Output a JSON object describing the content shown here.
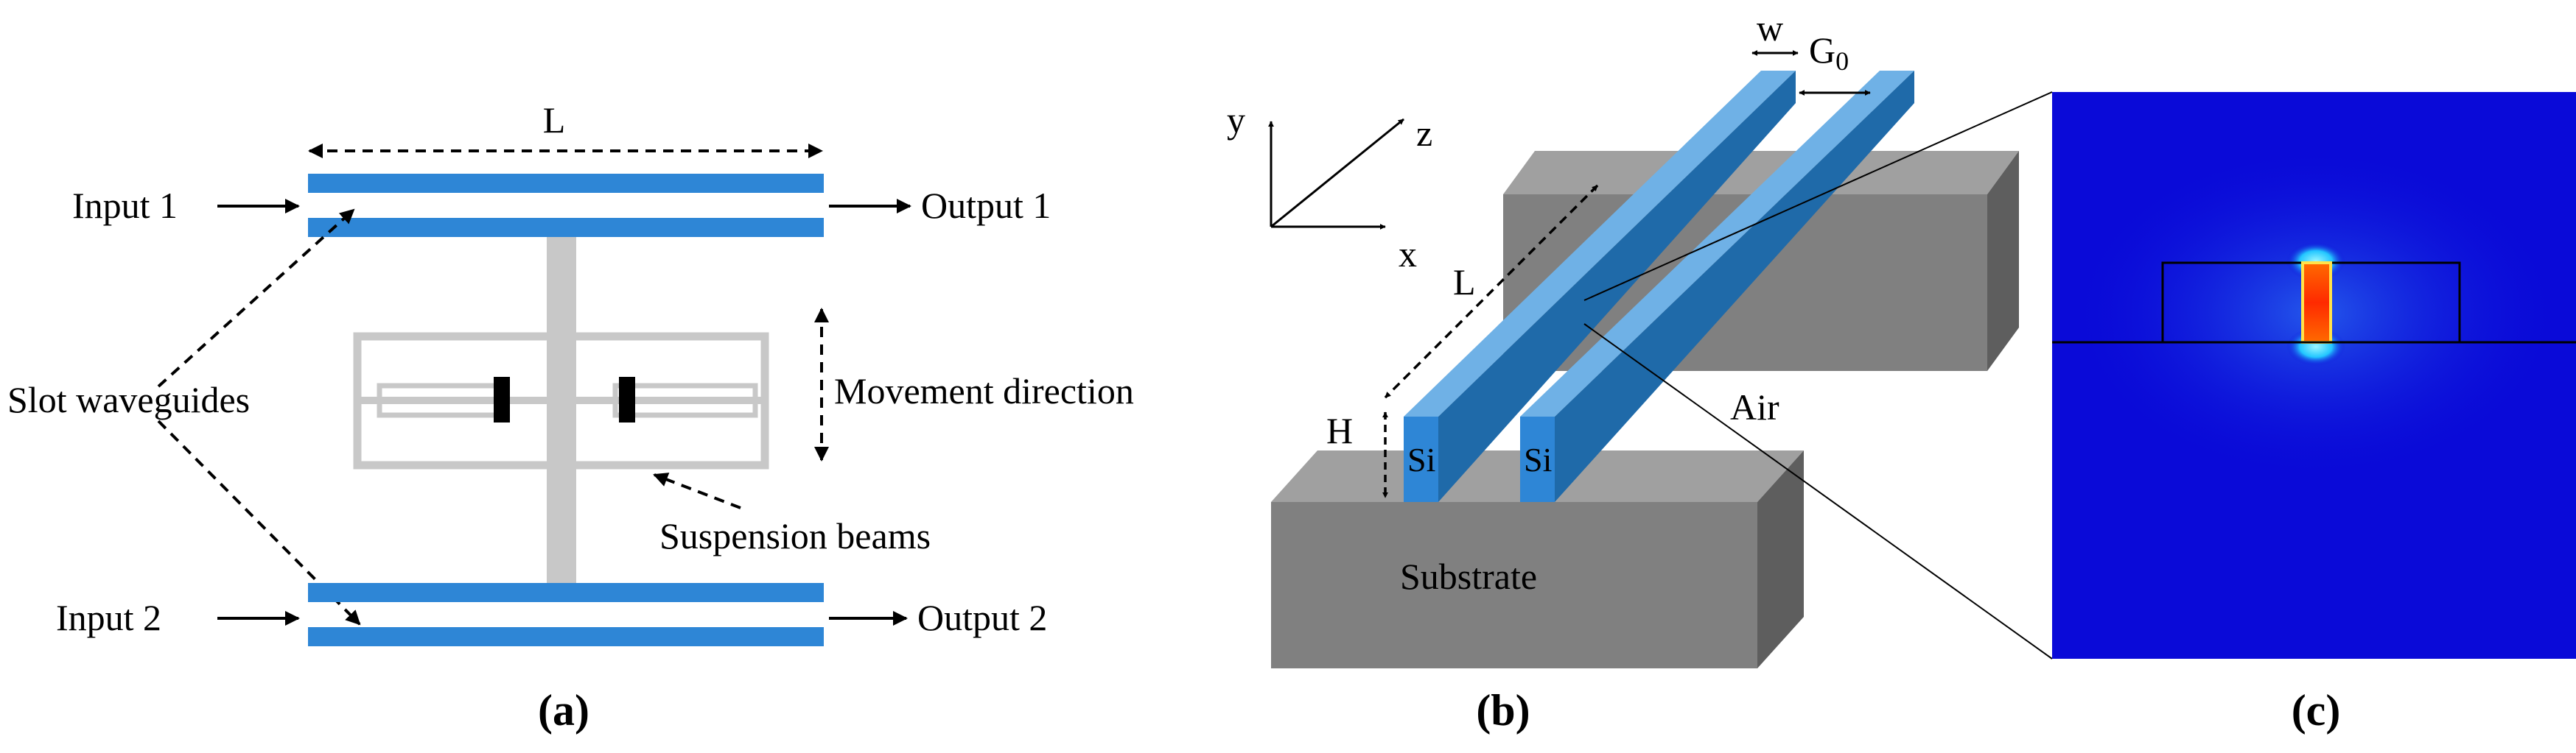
{
  "colors": {
    "waveguide": "#2e86d6",
    "waveguide_top": "#6fb1e6",
    "waveguide_side": "#1f6aa9",
    "beam": "#c8c8c8",
    "block_top": "#a0a0a0",
    "block_front": "#808080",
    "block_side": "#5e5e5e",
    "field_bg": "#0a0ad8",
    "field_hot": "#ff4a00",
    "field_mid": "#fff200"
  },
  "panel_a": {
    "caption": "(a)",
    "length_label": "L",
    "input_1": "Input 1",
    "output_1": "Output 1",
    "input_2": "Input 2",
    "output_2": "Output 2",
    "slot_waveguides": "Slot waveguides",
    "movement_direction": "Movement direction",
    "suspension_beams": "Suspension beams"
  },
  "panel_b": {
    "caption": "(b)",
    "axis_y": "y",
    "axis_z": "z",
    "axis_x": "x",
    "w_label": "w",
    "g_label": "G",
    "g_subscript": "0",
    "l_label": "L",
    "h_label": "H",
    "si_left": "Si",
    "si_right": "Si",
    "air_label": "Air",
    "substrate_label": "Substrate"
  },
  "panel_c": {
    "caption": "(c)"
  }
}
